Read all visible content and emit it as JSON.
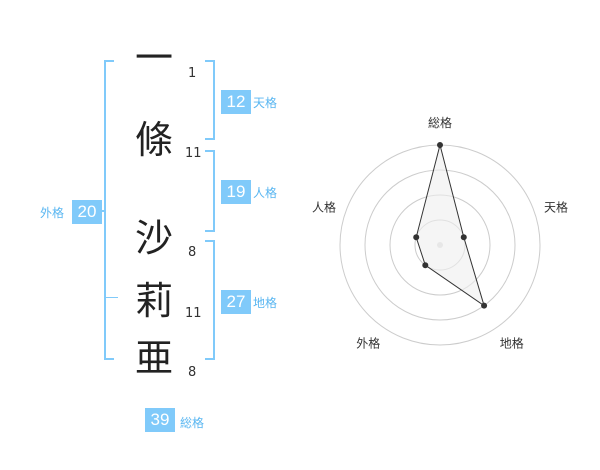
{
  "name": {
    "chars": [
      {
        "char": "一",
        "strokes": "1"
      },
      {
        "char": "條",
        "strokes": "11"
      },
      {
        "char": "沙",
        "strokes": "8"
      },
      {
        "char": "莉",
        "strokes": "11"
      },
      {
        "char": "亜",
        "strokes": "8"
      }
    ]
  },
  "kakusu": {
    "ten": {
      "label": "天格",
      "value": "12"
    },
    "jin": {
      "label": "人格",
      "value": "19"
    },
    "chi": {
      "label": "地格",
      "value": "27"
    },
    "gai": {
      "label": "外格",
      "value": "20"
    },
    "so": {
      "label": "総格",
      "value": "39"
    }
  },
  "chart_data": {
    "type": "radar",
    "axes": [
      "総格",
      "天格",
      "地格",
      "外格",
      "人格"
    ],
    "values": [
      4,
      1,
      3,
      1,
      1
    ],
    "max": 4,
    "rings": 4,
    "grid": true,
    "colors": {
      "line": "#333333",
      "fill": "#eeeeee",
      "grid": "#cccccc",
      "center": "#dddddd"
    }
  },
  "colors": {
    "accent": "#80cafa",
    "label": "#59b6f1",
    "text": "#222222"
  }
}
